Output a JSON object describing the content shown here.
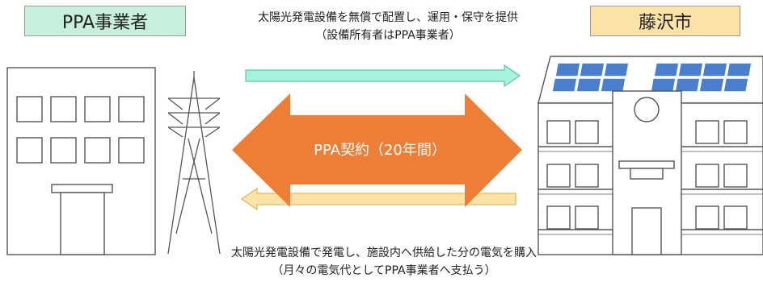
{
  "labels": {
    "ppa_operator": "PPA事業者",
    "city": "藤沢市",
    "contract": "PPA契約（20年間）"
  },
  "top_caption": {
    "line1": "太陽光発電設備を無償で配置し、運用・保守を提供",
    "line2": "（設備所有者はPPA事業者）"
  },
  "bottom_caption": {
    "line1": "太陽光発電設備で発電し、施設内へ供給した分の電気を購入",
    "line2": "（月々の電気代としてPPA事業者へ支払う）"
  },
  "colors": {
    "ppa_box_fill": "#c6f0dc",
    "city_box_fill": "#fde2a8",
    "contract_arrow": "#ee7d35",
    "top_arrow_fill": "#a5f3dc",
    "top_arrow_stroke": "#5fc8a8",
    "bottom_arrow_fill": "#fde4a6",
    "bottom_arrow_stroke": "#e0b860",
    "solar_panel": "#4a7fd0",
    "outline": "#555555"
  }
}
